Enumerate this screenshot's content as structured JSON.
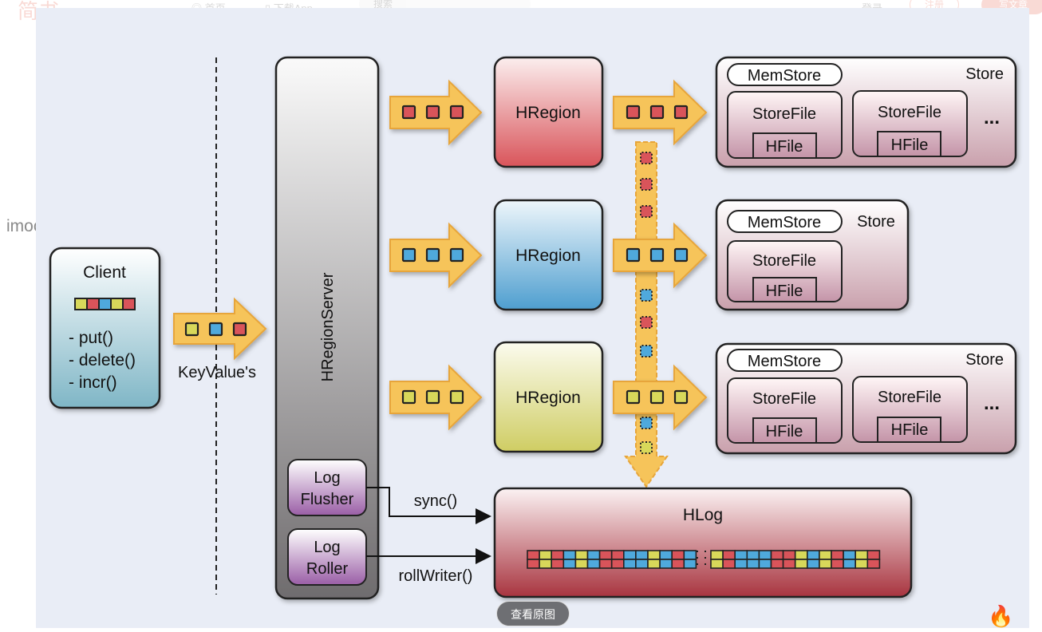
{
  "site_header": {
    "logo": "简书",
    "nav_home": "首页",
    "nav_download": "下载App",
    "search_placeholder": "搜索",
    "login": "登录",
    "register": "注册",
    "write": "写文章"
  },
  "watermark": "imooc",
  "view_original_button": "查看原图",
  "diagram": {
    "client": {
      "title": "Client",
      "methods": [
        "- put()",
        "- delete()",
        "- incr()"
      ],
      "cells": [
        "yellow",
        "red",
        "blue",
        "yellow",
        "red"
      ]
    },
    "keyvalue_label": "KeyValue's",
    "keyvalue_cells": [
      "yellow",
      "blue",
      "red"
    ],
    "region_server": {
      "title": "HRegionServer",
      "log_flusher": [
        "Log",
        "Flusher"
      ],
      "log_roller": [
        "Log",
        "Roller"
      ]
    },
    "regions": [
      {
        "label": "HRegion",
        "color": "red"
      },
      {
        "label": "HRegion",
        "color": "blue"
      },
      {
        "label": "HRegion",
        "color": "yellow"
      }
    ],
    "stores": [
      {
        "memstore": "MemStore",
        "store_label": "Store",
        "storefiles": [
          {
            "label": "StoreFile",
            "hfile": "HFile"
          },
          {
            "label": "StoreFile",
            "hfile": "HFile"
          }
        ],
        "more": "..."
      },
      {
        "memstore": "MemStore",
        "store_label": "Store",
        "storefiles": [
          {
            "label": "StoreFile",
            "hfile": "HFile"
          }
        ],
        "more": ""
      },
      {
        "memstore": "MemStore",
        "store_label": "Store",
        "storefiles": [
          {
            "label": "StoreFile",
            "hfile": "HFile"
          },
          {
            "label": "StoreFile",
            "hfile": "HFile"
          }
        ],
        "more": "..."
      }
    ],
    "wal_stream_cells": [
      "red",
      "red",
      "red",
      "blue",
      "red",
      "blue",
      "blue",
      "yellow"
    ],
    "sync_label": "sync()",
    "roll_label": "rollWriter()",
    "hlog": {
      "title": "HLog",
      "entries_left": [
        "red",
        "yellow",
        "red",
        "blue",
        "yellow",
        "blue",
        "red",
        "red",
        "blue",
        "blue",
        "yellow",
        "blue",
        "red",
        "blue"
      ],
      "entries_right": [
        "yellow",
        "red",
        "blue",
        "blue",
        "blue",
        "red",
        "red",
        "yellow",
        "blue",
        "yellow",
        "red",
        "blue",
        "yellow",
        "red"
      ]
    },
    "palette": {
      "red": "#d9545a",
      "blue": "#4fa9dc",
      "yellow": "#d8d85a",
      "arrow": "#f6c45a",
      "arrow_edge": "#e7a53a"
    }
  }
}
